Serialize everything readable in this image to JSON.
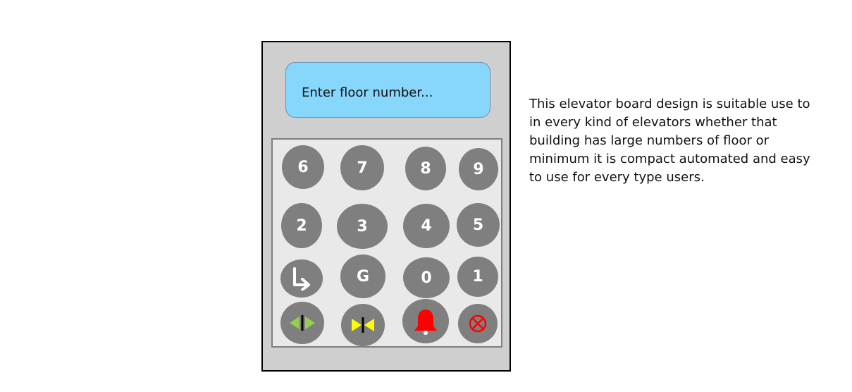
{
  "display": {
    "placeholder": "Enter floor number..."
  },
  "keys": {
    "k6": "6",
    "k7": "7",
    "k8": "8",
    "k9": "9",
    "k2": "2",
    "k3": "3",
    "k4": "4",
    "k5": "5",
    "kG": "G",
    "k0": "0",
    "k1": "1"
  },
  "icons": {
    "enter": "enter-arrow-icon",
    "door_open": "door-open-icon",
    "door_close": "door-close-icon",
    "alarm": "alarm-bell-icon",
    "cancel": "cancel-icon"
  },
  "colors": {
    "display_bg": "#87d7fd",
    "key_bg": "#7f7f7f",
    "panel_bg": "#cfcfcf",
    "door_open_arrows": "#92d050",
    "door_close_arrows": "#ffff00",
    "alarm": "#ff0000",
    "cancel": "#ff0000"
  },
  "description": {
    "line1": "This elevator board design is suitable use to",
    "line2": "in every kind of elevators whether that",
    "line3": "building has large numbers of floor or",
    "line4": "minimum it is compact automated and easy",
    "line5": "to use for every type users."
  }
}
